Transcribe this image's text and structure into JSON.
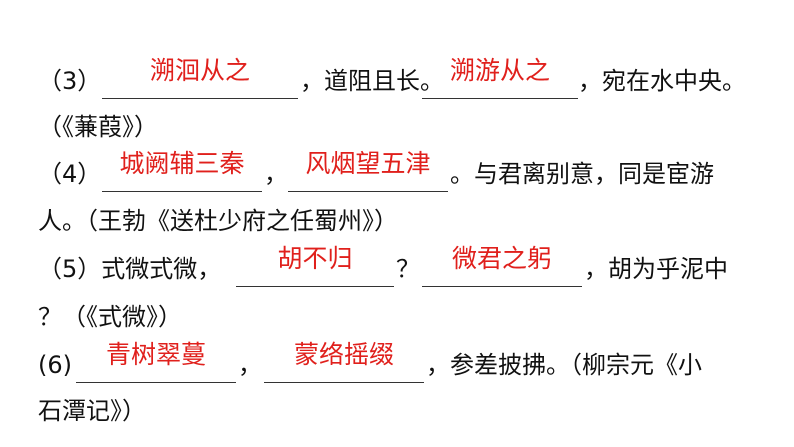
{
  "items": [
    {
      "num": "（3）",
      "answers": [
        "溯洄从之",
        "溯游从之"
      ],
      "mid": "，道阻且长。",
      "tail": "，宛在水中央。",
      "cont": "（《蒹葭》）"
    },
    {
      "num": "（4）",
      "answers": [
        "城阙辅三秦",
        "风烟望五津"
      ],
      "mid": "，",
      "tail": "。与君离别意，同是宦游",
      "cont": "人。（王勃《送杜少府之任蜀州》）"
    },
    {
      "num": "（5）式微式微，",
      "answers": [
        "胡不归",
        "微君之躬"
      ],
      "mid": "？",
      "tail": "，胡为乎泥中",
      "cont": "？（《式微》）"
    },
    {
      "num": "(6)",
      "answers": [
        "青树翠蔓",
        "蒙络摇缀"
      ],
      "mid": "，",
      "tail": "，参差披拂。（柳宗元《小",
      "cont": "石潭记》）"
    }
  ]
}
